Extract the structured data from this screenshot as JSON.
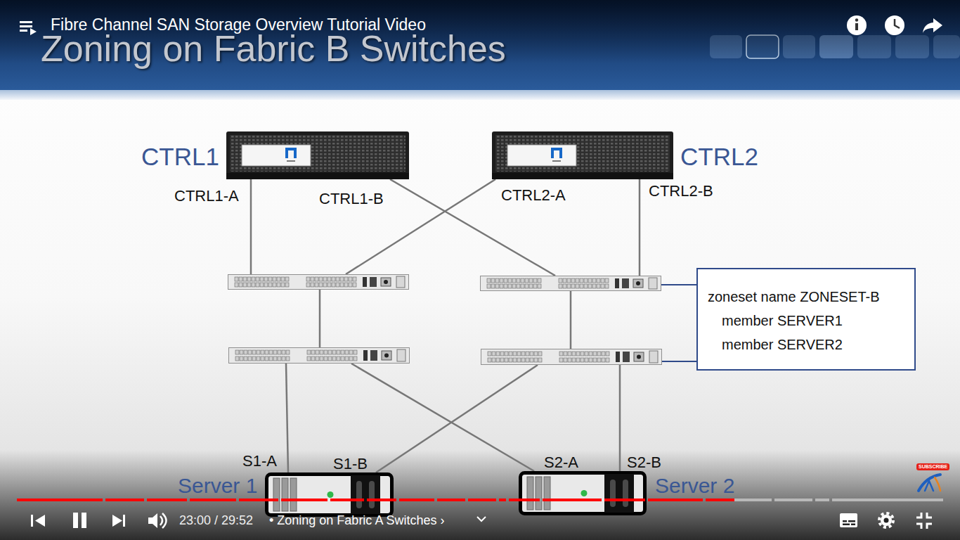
{
  "diagram": {
    "title": "Zoning on Fabric B Switches",
    "nodes": [
      {
        "text": [
          "CTRL1"
        ]
      },
      {
        "text": [
          "CTRL2"
        ]
      },
      {
        "text": []
      },
      {
        "text": []
      },
      {
        "text": [
          "zoneset name ZONESET-B",
          "member SERVER1",
          "member SERVER2"
        ]
      },
      {
        "text": []
      },
      {
        "text": []
      },
      {
        "text": [
          "Server 1"
        ]
      },
      {
        "text": [
          "Server 2"
        ]
      }
    ],
    "edges": [
      {
        "from": 0,
        "to": 2,
        "arrow": "none"
      },
      {
        "from": 0,
        "to": 3,
        "arrow": "none"
      },
      {
        "from": 1,
        "to": 2,
        "arrow": "none"
      },
      {
        "from": 1,
        "to": 3,
        "arrow": "none"
      },
      {
        "from": 2,
        "to": 5,
        "arrow": "none"
      },
      {
        "from": 3,
        "to": 6,
        "arrow": "none"
      },
      {
        "from": 4,
        "to": 3,
        "arrow": "none"
      },
      {
        "from": 4,
        "to": 6,
        "arrow": "none"
      },
      {
        "from": 5,
        "to": 7,
        "arrow": "none"
      },
      {
        "from": 5,
        "to": 8,
        "arrow": "none"
      },
      {
        "from": 6,
        "to": 7,
        "arrow": "none"
      },
      {
        "from": 6,
        "to": 8,
        "arrow": "none"
      }
    ],
    "labels": [
      "Fibre Channel SAN Storage Overview Tutorial Video",
      "CTRL1-A",
      "CTRL1-B",
      "CTRL2-A",
      "CTRL2-B",
      "S1-A",
      "S1-B",
      "S2-A",
      "S2-B",
      "SUBSCRIBE",
      "23:00 / 29:52",
      "• Zoning on Fabric A Switches ›"
    ]
  }
}
